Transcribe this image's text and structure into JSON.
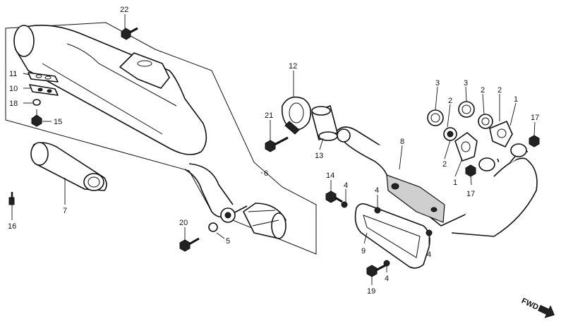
{
  "diagram": {
    "fwd_label": "FWD",
    "callouts": [
      {
        "id": "c1",
        "text": "1"
      },
      {
        "id": "c1b",
        "text": "1"
      },
      {
        "id": "c2a",
        "text": "2"
      },
      {
        "id": "c2b",
        "text": "2"
      },
      {
        "id": "c2c",
        "text": "2"
      },
      {
        "id": "c2d",
        "text": "2"
      },
      {
        "id": "c3a",
        "text": "3"
      },
      {
        "id": "c3b",
        "text": "3"
      },
      {
        "id": "c4a",
        "text": "4"
      },
      {
        "id": "c4b",
        "text": "4"
      },
      {
        "id": "c4c",
        "text": "4"
      },
      {
        "id": "c4d",
        "text": "4"
      },
      {
        "id": "c5",
        "text": "5"
      },
      {
        "id": "c6",
        "text": "6"
      },
      {
        "id": "c7",
        "text": "7"
      },
      {
        "id": "c8",
        "text": "8"
      },
      {
        "id": "c9",
        "text": "9"
      },
      {
        "id": "c10",
        "text": "10"
      },
      {
        "id": "c11",
        "text": "11"
      },
      {
        "id": "c12",
        "text": "12"
      },
      {
        "id": "c13",
        "text": "13"
      },
      {
        "id": "c14",
        "text": "14"
      },
      {
        "id": "c15",
        "text": "15"
      },
      {
        "id": "c16",
        "text": "16"
      },
      {
        "id": "c17a",
        "text": "17"
      },
      {
        "id": "c17b",
        "text": "17"
      },
      {
        "id": "c18",
        "text": "18"
      },
      {
        "id": "c19",
        "text": "19"
      },
      {
        "id": "c20",
        "text": "20"
      },
      {
        "id": "c21",
        "text": "21"
      },
      {
        "id": "c22",
        "text": "22"
      }
    ]
  }
}
